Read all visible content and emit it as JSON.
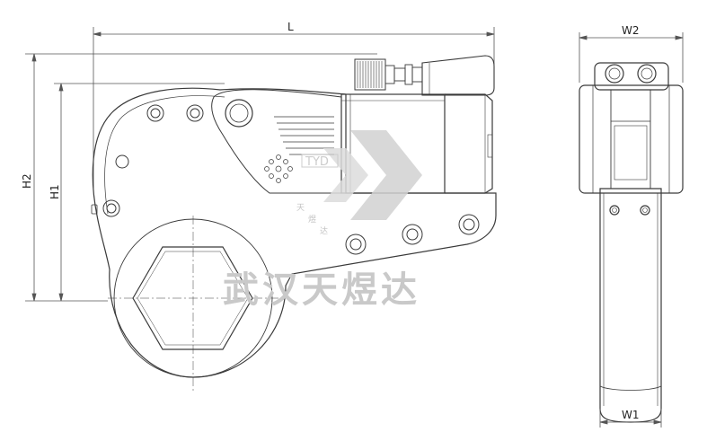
{
  "dimensions": {
    "length": "L",
    "height_outer": "H2",
    "height_inner": "H1",
    "width_top": "W2",
    "width_bottom": "W1"
  },
  "watermark": {
    "company_text": "武汉天煜达",
    "logo_text": "TYD",
    "seal_chars": [
      "天",
      "煜",
      "达"
    ],
    "color": "#c9c9c9"
  },
  "colors": {
    "line": "#3a3a3a",
    "dim_line": "#555555",
    "background": "#ffffff"
  }
}
